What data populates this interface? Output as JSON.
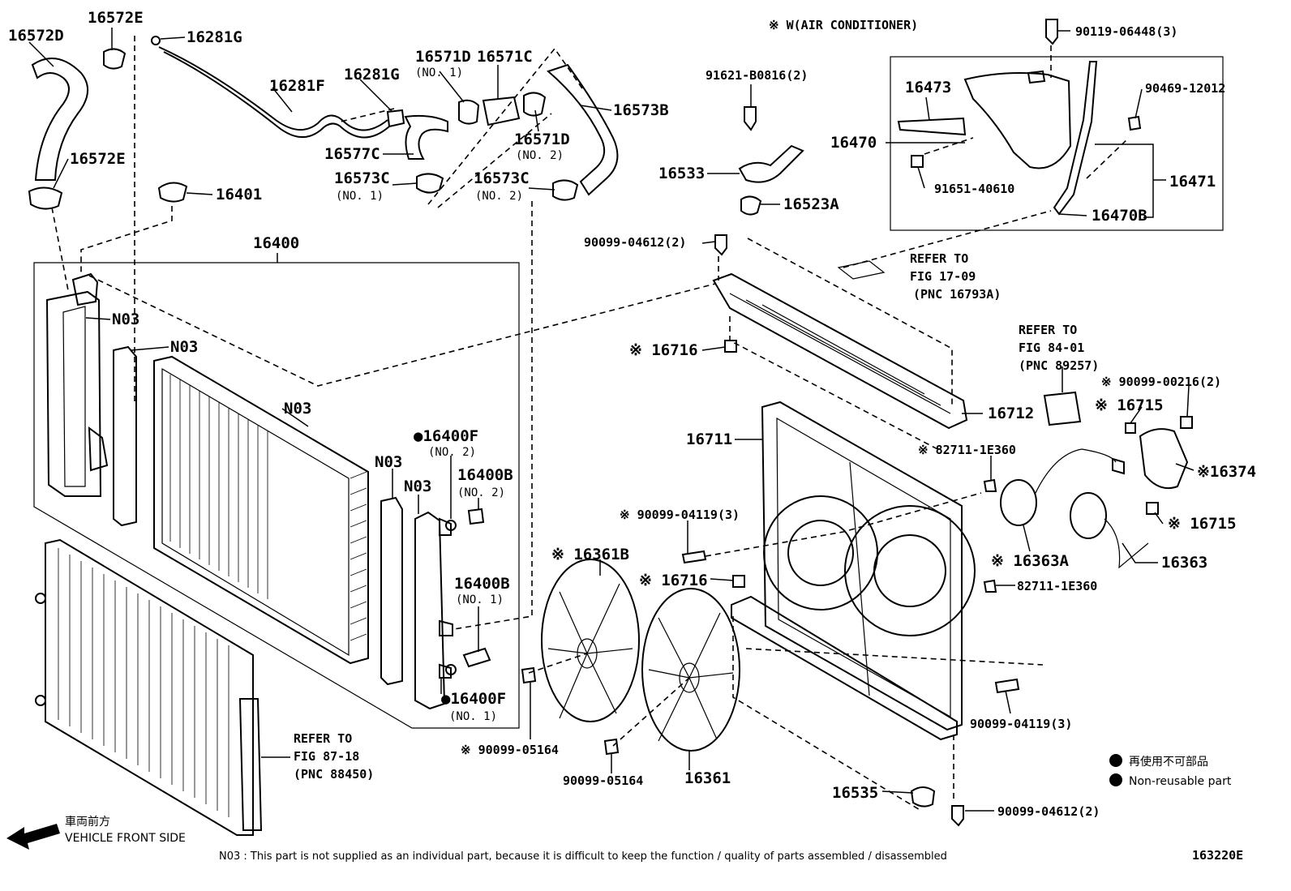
{
  "header": {
    "note": "※ W(AIR CONDITIONER)"
  },
  "labels": {
    "p16572D": "16572D",
    "p16572E_top": "16572E",
    "p16572E_mid": "16572E",
    "p16281G_top": "16281G",
    "p16281F": "16281F",
    "p16281G_mid": "16281G",
    "p16571D_no1": "16571D",
    "p16571D_no1_sub": "(NO. 1)",
    "p16571C": "16571C",
    "p16573B": "16573B",
    "p16571D_no2": "16571D",
    "p16571D_no2_sub": "(NO. 2)",
    "p16577C": "16577C",
    "p16573C_no1": "16573C",
    "p16573C_no1_sub": "(NO. 1)",
    "p16573C_no2": "16573C",
    "p16573C_no2_sub": "(NO. 2)",
    "p16401": "16401",
    "p16400": "16400",
    "n03_a": "N03",
    "n03_b": "N03",
    "n03_c": "N03",
    "n03_d": "N03",
    "n03_e": "N03",
    "p16400F_no2": "●16400F",
    "p16400F_no2_sub": "(NO. 2)",
    "p16400B_no2": "16400B",
    "p16400B_no2_sub": "(NO. 2)",
    "p16400B_no1": "16400B",
    "p16400B_no1_sub": "(NO. 1)",
    "p16400F_no1": "●16400F",
    "p16400F_no1_sub": "(NO. 1)",
    "p91621": "91621-B0816(2)",
    "p16533": "16533",
    "p16523A": "16523A",
    "p90099_04612_top": "90099-04612(2)",
    "p16716_top": "※ 16716",
    "p16712": "16712",
    "p16711": "16711",
    "p90119": "90119-06448(3)",
    "p16473": "16473",
    "p90469": "90469-12012",
    "p16470": "16470",
    "p91651": "91651-40610",
    "p16471": "16471",
    "p16470B": "16470B",
    "p90099_00216": "※ 90099-00216(2)",
    "p16715_top": "※ 16715",
    "p16374": "※16374",
    "p82711_top": "※ 82711-1E360",
    "p90099_04119_left": "※ 90099-04119(3)",
    "p16715_right": "※ 16715",
    "p16363A": "※ 16363A",
    "p16363": "16363",
    "p16716_mid": "※ 16716",
    "p82711_mid": "82711-1E360",
    "p16361B": "※ 16361B",
    "p90099_05164_left": "※ 90099-05164",
    "p90099_05164_mid": "90099-05164",
    "p16361": "16361",
    "p90099_04119_right": "90099-04119(3)",
    "p16535": "16535",
    "p90099_04612_bottom": "90099-04612(2)"
  },
  "references": {
    "fig1709": [
      "REFER TO",
      "FIG 17-09",
      "(PNC 16793A)"
    ],
    "fig8401": [
      "REFER TO",
      "FIG 84-01",
      "(PNC 89257)"
    ],
    "fig8718": [
      "REFER TO",
      "FIG 87-18",
      "(PNC 88450)"
    ]
  },
  "legend": {
    "jp": "再使用不可部品",
    "en": "Non-reusable part"
  },
  "footer": {
    "front_jp": "車両前方",
    "front_en": "VEHICLE FRONT SIDE",
    "n03_note": "N03 : This part is not supplied as an individual part, because it is difficult to keep the function / quality of parts assembled / disassembled",
    "figure_id": "163220E"
  }
}
